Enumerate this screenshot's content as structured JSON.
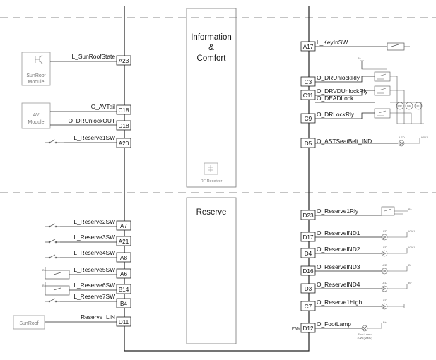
{
  "top_section": {
    "title_line1": "Information",
    "title_line2": "&",
    "title_line3": "Comfort"
  },
  "bottom_section": {
    "title": "Reserve"
  },
  "modules": {
    "sunroof_module": {
      "line1": "SunRoof",
      "line2": "Module"
    },
    "av_module": {
      "line1": "AV",
      "line2": "Module"
    },
    "sunroof": "SunRoof",
    "rf_receiver": "RF Receiver"
  },
  "left_pins": [
    {
      "pin": "A23",
      "signal": "L_SunRoofState"
    },
    {
      "pin": "C18",
      "signal": "O_AVTail"
    },
    {
      "pin": "D18",
      "signal": "O_DRUnlockOUT"
    },
    {
      "pin": "A20",
      "signal": "L_Reserve1SW"
    },
    {
      "pin": "A7",
      "signal": "L_Reserve2SW"
    },
    {
      "pin": "A21",
      "signal": "L_Reserve3SW"
    },
    {
      "pin": "A8",
      "signal": "L_Reserve4SW"
    },
    {
      "pin": "A6",
      "signal": "L_Reserve5SW"
    },
    {
      "pin": "B14",
      "signal": "L_Reserve6SW"
    },
    {
      "pin": "B4",
      "signal": "L_Reserve7SW"
    },
    {
      "pin": "D11",
      "signal": "Reserve_LIN"
    }
  ],
  "right_pins": [
    {
      "pin": "A17",
      "signal": "L_KeyInSW"
    },
    {
      "pin": "C3",
      "signal": "O_DRUnlockRly"
    },
    {
      "pin": "C11",
      "signal": "O_DRVDUnlockRly"
    },
    {
      "pin": "",
      "signal": "O_DEADLock"
    },
    {
      "pin": "C9",
      "signal": "O_DRLockRly"
    },
    {
      "pin": "D5",
      "signal": "O_ASTSeatBelt_IND"
    },
    {
      "pin": "D23",
      "signal": "O_Reserve1Rly"
    },
    {
      "pin": "D17",
      "signal": "O_ReserveIND1"
    },
    {
      "pin": "D4",
      "signal": "O_ReserveIND2"
    },
    {
      "pin": "D16",
      "signal": "O_ReserveIND3"
    },
    {
      "pin": "D3",
      "signal": "O_ReserveIND4"
    },
    {
      "pin": "C7",
      "signal": "O_Reserve1High"
    },
    {
      "pin": "D12",
      "signal": "O_FootLamp"
    }
  ],
  "small_labels": {
    "pwm": "PWM",
    "led": "LED",
    "ign1": "IGN1",
    "b_plus": "B+",
    "foot_lamp": "Foot Lamp",
    "foot_lamp_spec": "10W (Max2)",
    "motor_1": "RR",
    "motor_2": "DR",
    "motor_3": "RL"
  },
  "colors": {
    "line": "#222222",
    "dash": "#888888",
    "module_text": "#777777",
    "module_border": "#999999"
  }
}
